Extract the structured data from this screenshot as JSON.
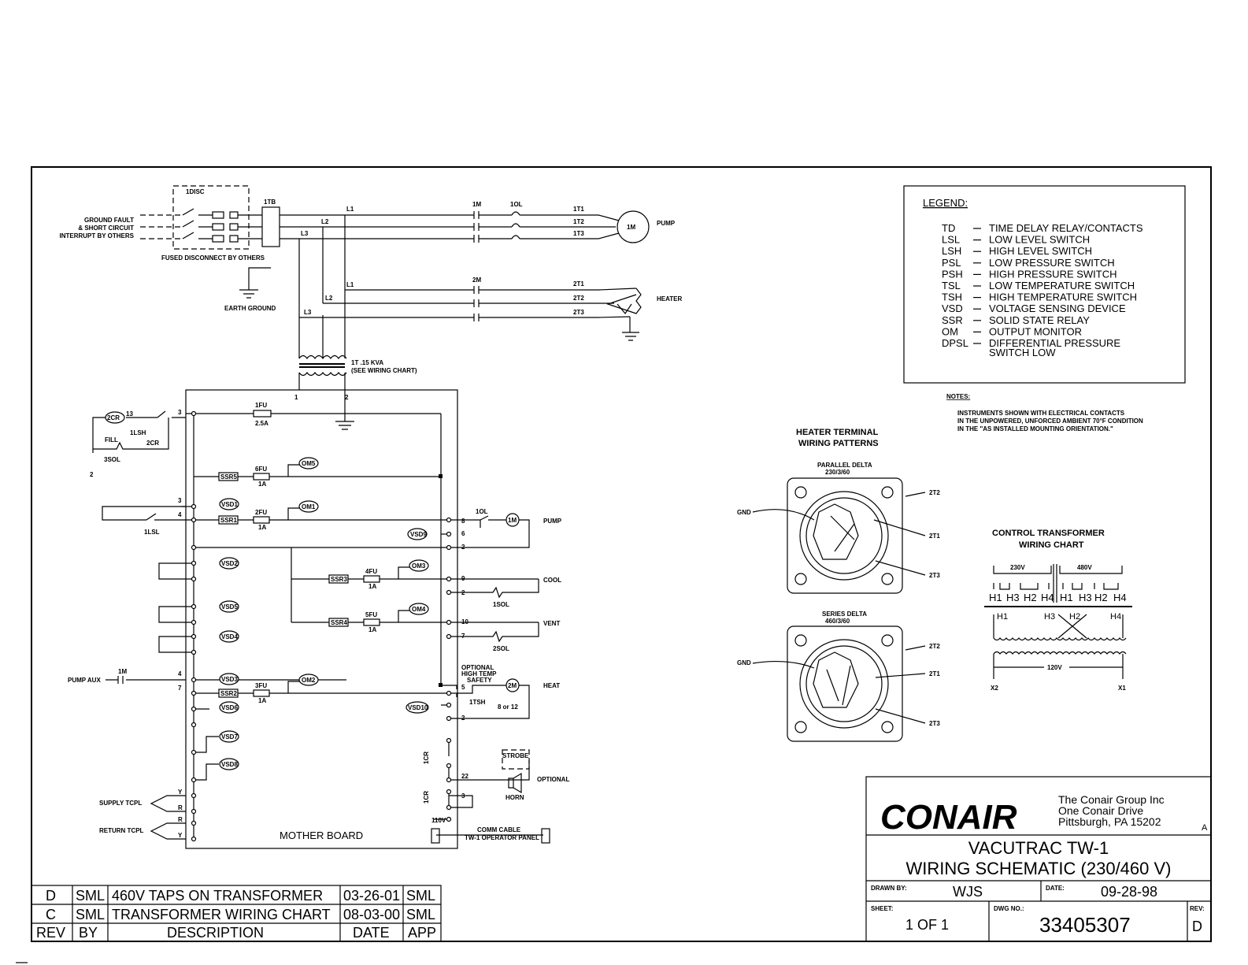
{
  "legend": {
    "title": "LEGEND:",
    "items": [
      {
        "abbr": "TD",
        "desc": "TIME DELAY RELAY/CONTACTS"
      },
      {
        "abbr": "LSL",
        "desc": "LOW LEVEL SWITCH"
      },
      {
        "abbr": "LSH",
        "desc": "HIGH LEVEL SWITCH"
      },
      {
        "abbr": "PSL",
        "desc": "LOW PRESSURE SWITCH"
      },
      {
        "abbr": "PSH",
        "desc": "HIGH PRESSURE SWITCH"
      },
      {
        "abbr": "TSL",
        "desc": "LOW TEMPERATURE SWITCH"
      },
      {
        "abbr": "TSH",
        "desc": "HIGH TEMPERATURE SWITCH"
      },
      {
        "abbr": "VSD",
        "desc": "VOLTAGE SENSING DEVICE"
      },
      {
        "abbr": "SSR",
        "desc": "SOLID STATE RELAY"
      },
      {
        "abbr": "OM",
        "desc": "OUTPUT MONITOR"
      },
      {
        "abbr": "DPSL",
        "desc": "DIFFERENTIAL PRESSURE"
      }
    ],
    "cont": "SWITCH LOW"
  },
  "notes": {
    "title": "NOTES:",
    "lines": [
      "INSTRUMENTS SHOWN WITH ELECTRICAL CONTACTS",
      "IN THE UNPOWERED, UNFORCED AMBIENT 70°F CONDITION",
      "IN THE \"AS INSTALLED MOUNTING ORIENTATION.\""
    ]
  },
  "power": {
    "disc": "1DISC",
    "tb": "1TB",
    "gf": [
      "GROUND FAULT",
      "& SHORT CIRCUIT",
      "INTERRUPT BY OTHERS"
    ],
    "fused": "FUSED DISCONNECT BY OTHERS",
    "earth": "EARTH GROUND",
    "lines": [
      "L1",
      "L2",
      "L3"
    ],
    "m1": "1M",
    "ol": "1OL",
    "m2": "2M",
    "pump_t": [
      "1T1",
      "1T2",
      "1T3"
    ],
    "heat_t": [
      "2T1",
      "2T2",
      "2T3"
    ],
    "pump": "PUMP",
    "heater": "HEATER",
    "motor": "1M",
    "xfmr": [
      "1T .15 KVA",
      "(SEE WIRING CHART)"
    ]
  },
  "ctrl": {
    "board": "MOTHER BOARD",
    "fu1": "1FU",
    "fu1r": "2.5A",
    "fu6": "6FU",
    "fu2": "2FU",
    "fu4": "4FU",
    "fu5": "5FU",
    "fu3": "3FU",
    "amp": "1A",
    "ssr5": "SSR5",
    "ssr1": "SSR1",
    "ssr3": "SSR3",
    "ssr4": "SSR4",
    "ssr2": "SSR2",
    "vsd1": "VSD1",
    "vsd2": "VSD2",
    "vsd5": "VSD5",
    "vsd4": "VSD4",
    "vsd3": "VSD3",
    "vsd6": "VSD6",
    "vsd7": "VSD7",
    "vsd8": "VSD8",
    "vsd9": "VSD9",
    "vsd10": "VSD10",
    "om5": "OM5",
    "om1": "OM1",
    "om3": "OM3",
    "om4": "OM4",
    "om2": "OM2",
    "cr2": "2CR",
    "n13": "13",
    "lsh": "1LSH",
    "fill": "FILL",
    "cr2b": "2CR",
    "sol3": "3SOL",
    "lsl": "1LSL",
    "pumpaux": "PUMP AUX",
    "m1": "1M",
    "supply": "SUPPLY TCPL",
    "ret": "RETURN TCPL",
    "pump": "PUMP",
    "cool": "COOL",
    "vent": "VENT",
    "heat": "HEAT",
    "sol1": "1SOL",
    "sol2": "2SOL",
    "m2": "2M",
    "m1b": "1M",
    "ol": "1OL",
    "opt": [
      "OPTIONAL",
      "HIGH TEMP",
      "SAFETY"
    ],
    "tsh": "1TSH",
    "b812": "8 or 12",
    "cr1": "1CR",
    "cr1b": "1CR",
    "strobe": "STROBE",
    "horn": "HORN",
    "optional": "OPTIONAL",
    "v110": "110V",
    "comm": [
      "COMM CABLE",
      "TW-1 OPERATOR PANEL"
    ],
    "n": {
      "t1": "1",
      "t2": "2",
      "t3": "3",
      "t4": "4",
      "t3b": "3",
      "t4b": "4",
      "t4c": "4",
      "t7": "7",
      "r8": "8",
      "r6": "6",
      "r2": "2",
      "r9": "9",
      "r2b": "2",
      "r10": "10",
      "r7": "7",
      "r5": "5",
      "r2c": "2",
      "r22": "22",
      "r3": "3",
      "n2": "2",
      "y1": "Y",
      "r1": "R",
      "r1b": "R",
      "y2": "Y"
    }
  },
  "heater_term": {
    "title": [
      "HEATER TERMINAL",
      "WIRING PATTERNS"
    ],
    "parallel": [
      "PARALLEL DELTA",
      "230/3/60"
    ],
    "series": [
      "SERIES DELTA",
      "460/3/60"
    ],
    "gnd": "GND",
    "terms": [
      "2T2",
      "2T1",
      "2T3"
    ]
  },
  "ct": {
    "title": [
      "CONTROL TRANSFORMER",
      "WIRING CHART"
    ],
    "v230": "230V",
    "v460": "480V",
    "v120": "120V",
    "h": [
      "H1",
      "H3",
      "H2",
      "H4"
    ],
    "x": [
      "X2",
      "X1"
    ]
  },
  "revisions": [
    {
      "rev": "D",
      "by": "SML",
      "desc": "460V TAPS ON TRANSFORMER",
      "date": "03-26-01",
      "app": "SML"
    },
    {
      "rev": "C",
      "by": "SML",
      "desc": "TRANSFORMER WIRING CHART",
      "date": "08-03-00",
      "app": "SML"
    }
  ],
  "rev_head": {
    "rev": "REV",
    "by": "BY",
    "desc": "DESCRIPTION",
    "date": "DATE",
    "app": "APP"
  },
  "title_block": {
    "logo": "CONAIR",
    "company": [
      "The Conair Group Inc",
      "One Conair Drive",
      "Pittsburgh, PA   15202"
    ],
    "rev_mark": "A",
    "title1": "VACUTRAC TW-1",
    "title2": "WIRING SCHEMATIC (230/460 V)",
    "drawn_label": "DRAWN BY:",
    "drawn": "WJS",
    "date_label": "DATE:",
    "date": "09-28-98",
    "sheet_label": "SHEET:",
    "sheet": "1 OF 1",
    "dwg_label": "DWG NO.:",
    "dwg": "33405307",
    "rev_label": "REV:",
    "rev": "D"
  }
}
